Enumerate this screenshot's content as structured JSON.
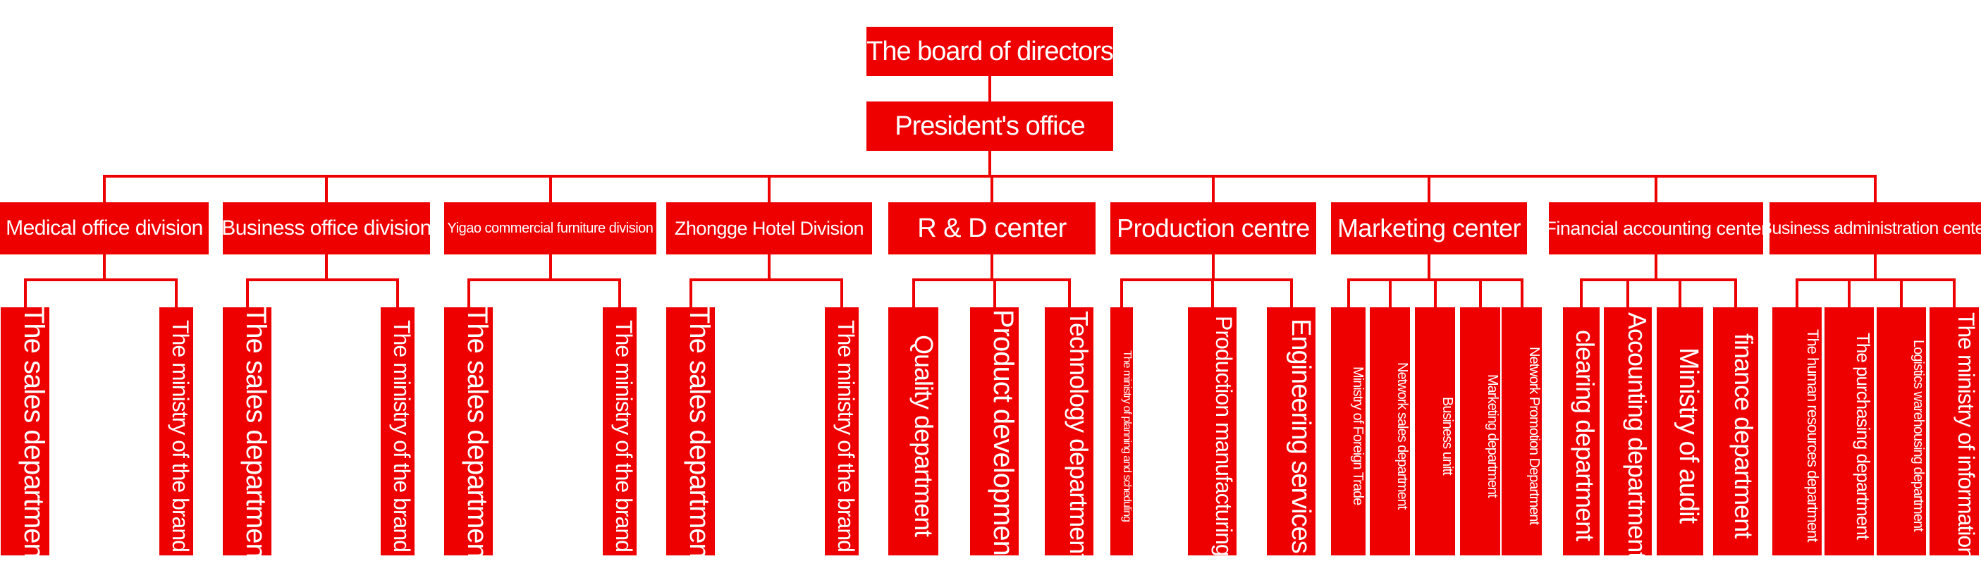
{
  "colors": {
    "primary": "#ee0000",
    "text": "#ffffff",
    "background": "#ffffff"
  },
  "board": "The board of directors",
  "president": "President's office",
  "divisions": [
    {
      "label": "Medical office division",
      "children": [
        "The sales department",
        "The ministry of the brand"
      ]
    },
    {
      "label": "Business office division",
      "children": [
        "The sales department",
        "The ministry of the brand"
      ]
    },
    {
      "label": "Yigao commercial furniture division",
      "children": [
        "The sales department",
        "The ministry of the brand"
      ]
    },
    {
      "label": "Zhongge Hotel Division",
      "children": [
        "The sales department",
        "The ministry of the brand"
      ]
    },
    {
      "label": "R & D center",
      "children": [
        "Quality department",
        "Product development",
        "Technology department"
      ]
    },
    {
      "label": "Production centre",
      "children": [
        "The ministry of planning and scheduling",
        "Production manufacturing",
        "Engineering services"
      ]
    },
    {
      "label": "Marketing center",
      "children": [
        "Ministry of Foreign Trade",
        "Network sales department",
        "Business unitt",
        "Marketing department",
        "Network Promotion Department"
      ]
    },
    {
      "label": "Financial accounting center",
      "children": [
        "clearing department",
        "Accounting department",
        "Ministry of audit",
        "finance department"
      ]
    },
    {
      "label": "Business administration center",
      "children": [
        "The human resources department",
        "The purchasing department",
        "Logistics warehousing department",
        "The ministry of information"
      ]
    }
  ]
}
